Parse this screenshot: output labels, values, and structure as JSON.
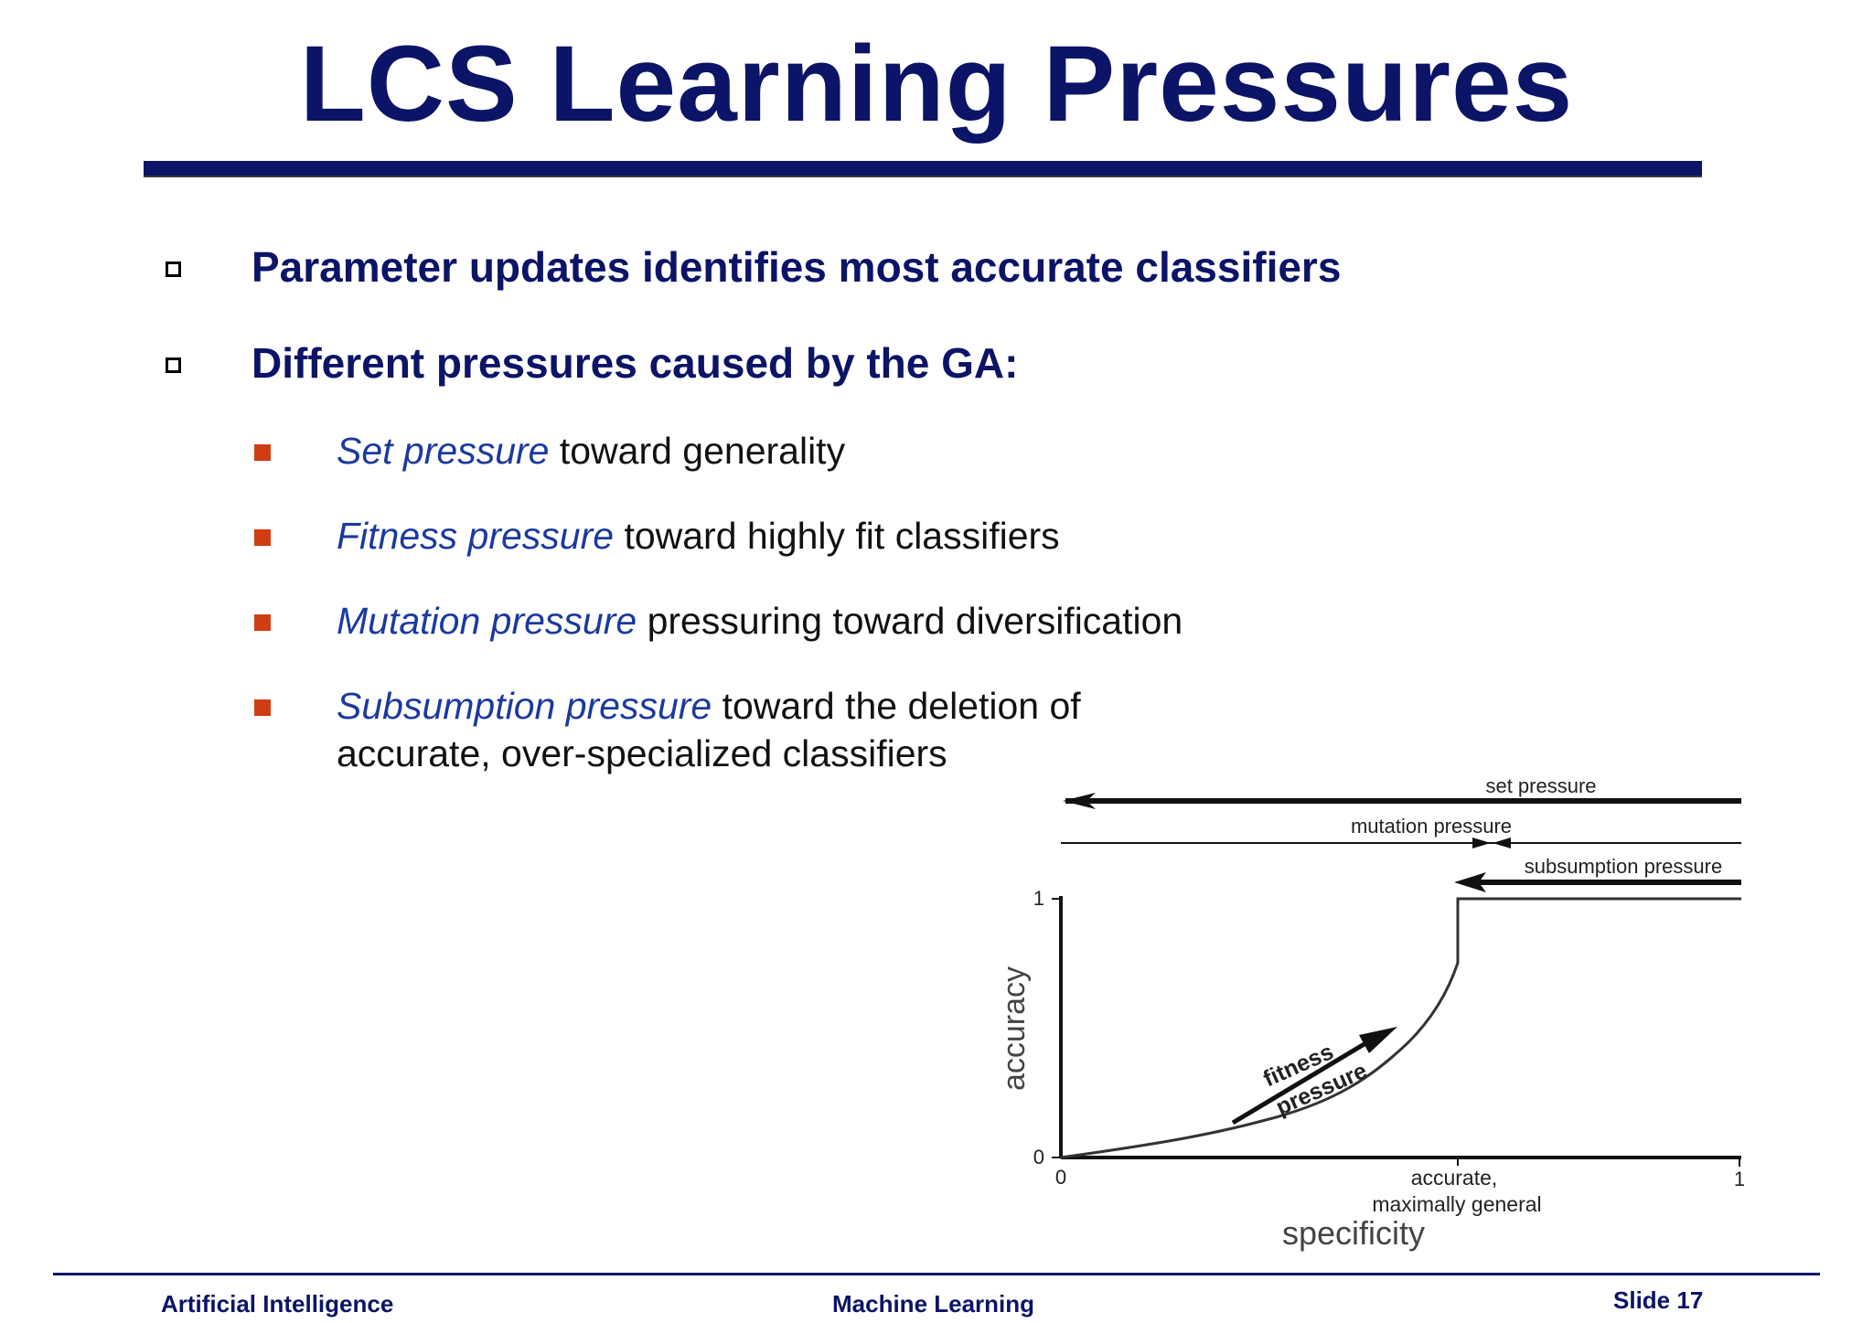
{
  "slide": {
    "title": "LCS Learning Pressures"
  },
  "bullets": [
    "Parameter updates identifies most accurate classifiers",
    "Different pressures caused by the GA:"
  ],
  "sub_bullets": [
    {
      "term": "Set pressure",
      "rest": " toward generality"
    },
    {
      "term": "Fitness pressure",
      "rest": " toward highly fit classifiers"
    },
    {
      "term": "Mutation pressure",
      "rest": " pressuring toward diversification"
    },
    {
      "term": "Subsumption pressure",
      "rest": " toward the deletion of accurate, over-specialized classifiers"
    }
  ],
  "diagram": {
    "x_axis_label": "specificity",
    "y_axis_label": "accuracy",
    "x_tick_0": "0",
    "x_tick_1": "1",
    "y_tick_0": "0",
    "y_tick_1": "1",
    "annotation_line1": "accurate,",
    "annotation_line2": "maximally general",
    "set_pressure": "set pressure",
    "mutation_pressure": "mutation pressure",
    "subsumption_pressure": "subsumption pressure",
    "fitness_line1": "fitness",
    "fitness_line2": "pressure"
  },
  "footer": {
    "left": "Artificial Intelligence",
    "center": "Machine Learning",
    "right": "Slide 17"
  },
  "colors": {
    "title_navy": "#0b1466",
    "term_blue": "#1b3a9e",
    "bullet_red": "#d13d12"
  }
}
